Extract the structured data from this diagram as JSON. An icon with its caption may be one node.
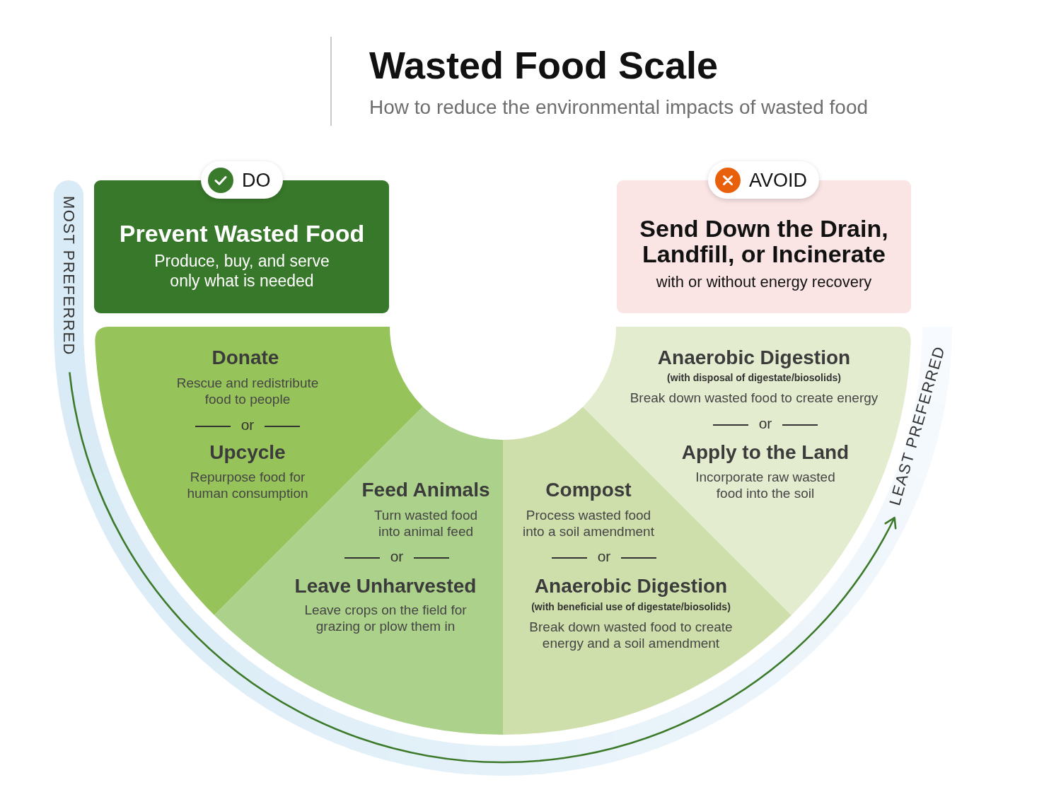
{
  "diagram": {
    "title": "Wasted Food Scale",
    "nodes": [
      {
        "text": [
          "DO"
        ]
      },
      {
        "text": [
          "Prevent Wasted Food",
          "Produce, buy, and serve only what is needed"
        ]
      },
      {
        "text": [
          "AVOID"
        ]
      },
      {
        "text": [
          "Send Down the Drain, Landfill, or Incinerate",
          "with or without energy recovery"
        ]
      },
      {
        "text": [
          "Donate",
          "Rescue and redistribute food to people",
          "or",
          "Upcycle",
          "Repurpose food for human consumption"
        ]
      },
      {
        "text": [
          "Feed Animals",
          "Turn wasted food into animal feed",
          "or",
          "Leave Unharvested",
          "Leave crops on the field for grazing or plow them in"
        ]
      },
      {
        "text": [
          "Compost",
          "Process wasted food into a soil amendment",
          "or",
          "Anaerobic Digestion",
          "(with beneficial use of digestate/biosolids)",
          "Break down wasted food to create energy and a soil amendment"
        ]
      },
      {
        "text": [
          "Anaerobic Digestion",
          "(with disposal of digestate/biosolids)",
          "Break down wasted food to create energy",
          "or",
          "Apply to the Land",
          "Incorporate raw wasted food into the soil"
        ]
      }
    ],
    "labels": [
      "How to reduce the environmental impacts of wasted food",
      "MOST PREFERRED",
      "LEAST PREFERRED"
    ]
  }
}
